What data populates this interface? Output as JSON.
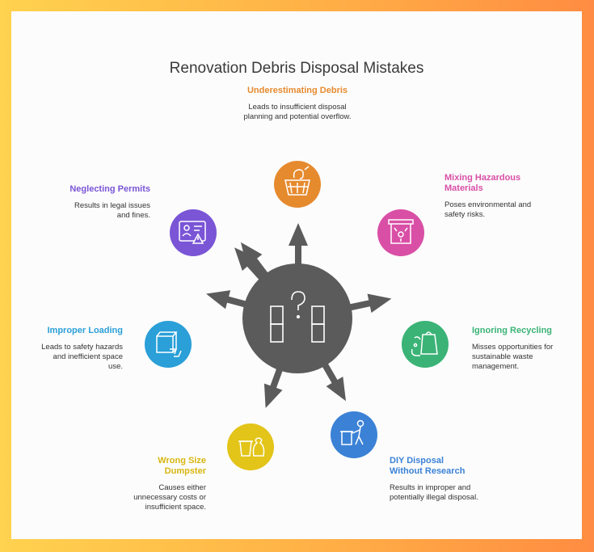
{
  "title": "Renovation Debris Disposal Mistakes",
  "colors": {
    "hub": "#5b5b5b",
    "orange": "#e68a2e",
    "pink": "#d94fa6",
    "green": "#3bb377",
    "blue": "#3b82d6",
    "yellow": "#e3c418",
    "teal": "#2a9fd8",
    "purple": "#7a55d6"
  },
  "nodes": [
    {
      "key": "underestimating",
      "icon": "basket-icon",
      "title": "Underestimating Debris",
      "desc": "Leads to insufficient disposal planning and potential overflow."
    },
    {
      "key": "hazardous",
      "icon": "hazard-bin-icon",
      "title": "Mixing Hazardous Materials",
      "desc": "Poses environmental and safety risks."
    },
    {
      "key": "recycling",
      "icon": "recycle-bag-icon",
      "title": "Ignoring Recycling",
      "desc": "Misses opportunities for sustainable waste management."
    },
    {
      "key": "diy",
      "icon": "person-bin-icon",
      "title": "DIY Disposal Without Research",
      "desc": "Results in improper and potentially illegal disposal."
    },
    {
      "key": "dumpster",
      "icon": "trash-bags-icon",
      "title": "Wrong Size Dumpster",
      "desc": "Causes either unnecessary costs or insufficient space."
    },
    {
      "key": "loading",
      "icon": "box-recycle-icon",
      "title": "Improper Loading",
      "desc": "Leads to safety hazards and inefficient space use."
    },
    {
      "key": "permits",
      "icon": "id-card-warning-icon",
      "title": "Neglecting Permits",
      "desc": "Results in legal issues and fines."
    }
  ]
}
